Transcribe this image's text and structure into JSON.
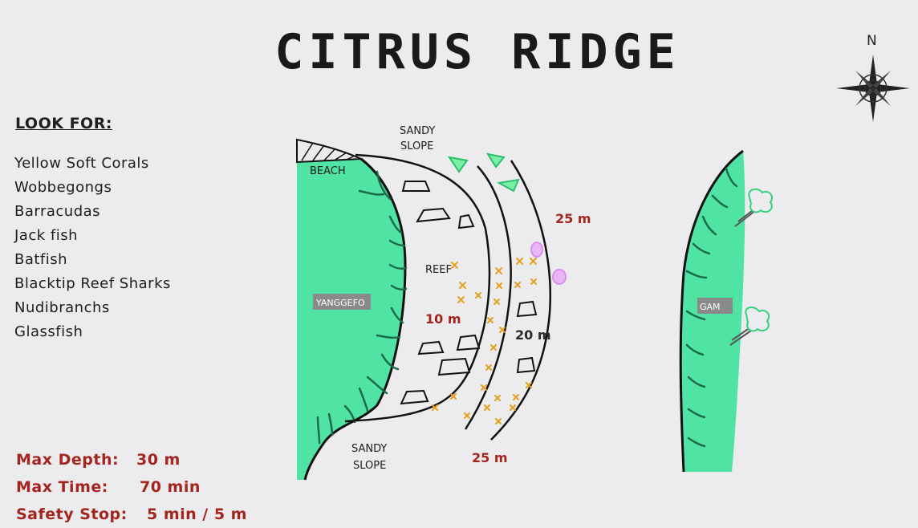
{
  "title": "CITRUS RIDGE",
  "compass": {
    "north_label": "N",
    "icon": "compass-rose-icon"
  },
  "look_for": {
    "heading": "LOOK FOR:",
    "items": [
      "Yellow Soft Corals",
      "Wobbegongs",
      "Barracudas",
      "Jack fish",
      "Batfish",
      "Blacktip Reef Sharks",
      "Nudibranchs",
      "Glassfish"
    ]
  },
  "dive_info": [
    {
      "label": "Max Depth:",
      "value": "30 m"
    },
    {
      "label": "Max Time:",
      "value": "70 min"
    },
    {
      "label": "Safety Stop:",
      "value": "5 min / 5 m"
    }
  ],
  "map": {
    "labels": {
      "sandy_slope_top_1": "SANDY",
      "sandy_slope_top_2": "SLOPE",
      "beach": "BEACH",
      "reef": "REEF",
      "sandy_slope_bottom_1": "SANDY",
      "sandy_slope_bottom_2": "SLOPE"
    },
    "islands": {
      "left": "YANGGEFO",
      "right": "GAM"
    },
    "depths": {
      "d10": "10 m",
      "d20": "20 m",
      "d25_right": "25 m",
      "d25_bottom": "25 m"
    }
  },
  "colors": {
    "land": "#4fe3a4",
    "text_red": "#a3251e",
    "coral_yellow": "#e6a020",
    "nudibranch": "#d98ef0",
    "tag_bg": "#8a8a8a"
  }
}
